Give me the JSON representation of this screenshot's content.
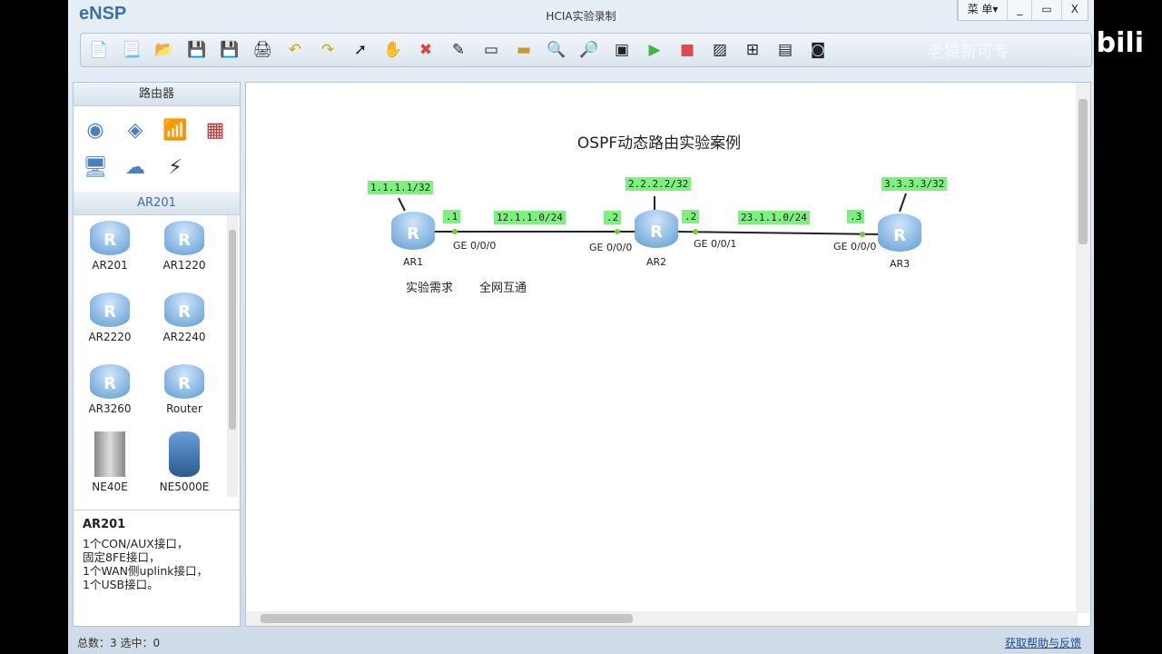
{
  "app": {
    "logo": "eNSP",
    "title": "HCIA实验录制",
    "menu": "菜 单▾",
    "minimize": "_",
    "maximize": "▭",
    "close": "X"
  },
  "toolbar": [
    "new-topology",
    "new-template",
    "open",
    "save",
    "save-as",
    "print",
    "undo",
    "redo",
    "select",
    "pan",
    "delete",
    "delete-link",
    "text",
    "palette",
    "zoom-in",
    "zoom-out",
    "fit",
    "start",
    "stop",
    "capture",
    "topology",
    "grid",
    "console"
  ],
  "watermark": "老猿新可专",
  "left": {
    "section1": "路由器",
    "section2": "AR201",
    "devices": [
      "AR201",
      "AR1220",
      "AR2220",
      "AR2240",
      "AR3260",
      "Router",
      "NE40E",
      "NE5000E"
    ],
    "info_title": "AR201",
    "info_lines": [
      "1个CON/AUX接口，",
      "固定8FE接口，",
      "1个WAN侧uplink接口，",
      "1个USB接口。"
    ]
  },
  "canvas": {
    "title": "OSPF动态路由实验案例",
    "routers": [
      "AR1",
      "AR2",
      "AR3"
    ],
    "loopbacks": [
      "1.1.1.1/32",
      "2.2.2.2/32",
      "3.3.3.3/32"
    ],
    "networks": [
      "12.1.1.0/24",
      "23.1.1.0/24"
    ],
    "hosts": [
      ".1",
      ".2",
      ".2",
      ".3"
    ],
    "ports": [
      "GE 0/0/0",
      "GE 0/0/0",
      "GE 0/0/1",
      "GE 0/0/0"
    ],
    "requirement_label": "实验需求",
    "requirement": "全网互通"
  },
  "status": {
    "text": "总数：3  选中：0",
    "help": "获取帮助与反馈"
  }
}
